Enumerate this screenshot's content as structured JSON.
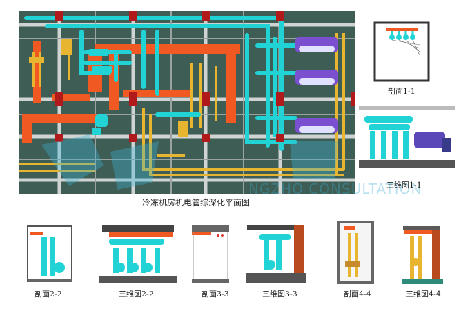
{
  "plan": {
    "caption": "冷冻机房机电管综深化平面图"
  },
  "watermark": {
    "text": "NGZHO CONSULTATION"
  },
  "sections": [
    {
      "id": "s11",
      "label": "剖面1-1"
    },
    {
      "id": "v11",
      "label": "三维图1-1"
    },
    {
      "id": "s22",
      "label": "剖面2-2"
    },
    {
      "id": "v22",
      "label": "三维图2-2"
    },
    {
      "id": "s33",
      "label": "剖面3-3"
    },
    {
      "id": "v33",
      "label": "三维图3-3"
    },
    {
      "id": "s44",
      "label": "剖面4-4"
    },
    {
      "id": "v44",
      "label": "三维图4-4"
    }
  ],
  "colors": {
    "chilled_water": "#22d3d6",
    "condenser_water": "#e8b530",
    "duct": "#f05a22",
    "column": "#b01a1a",
    "chiller": "#7a4fd0",
    "background_plan": "#3f5f55",
    "beam": "#c9c9c9"
  }
}
